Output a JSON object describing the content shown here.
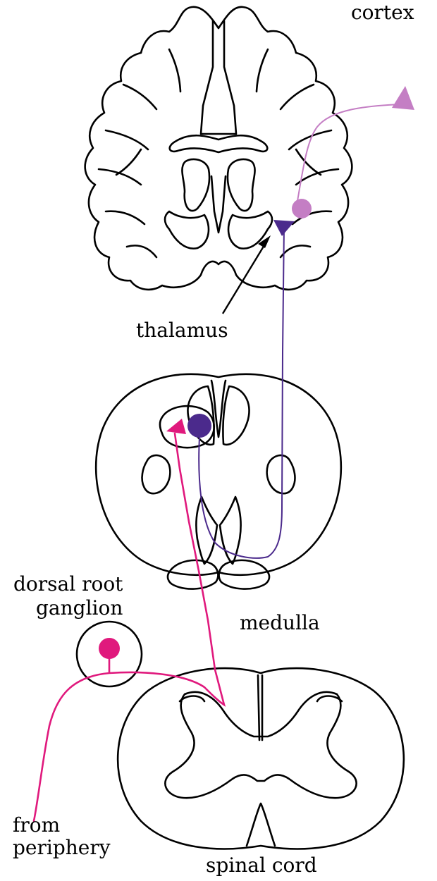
{
  "labels": {
    "cortex": "cortex",
    "thalamus": "thalamus",
    "medulla": "medulla",
    "drg_line1": "dorsal root",
    "drg_line2": "ganglion",
    "periphery_line1": "from",
    "periphery_line2": "periphery",
    "spinal_cord": "spinal cord"
  },
  "colors": {
    "first_order_neuron": "#e0197d",
    "second_order_neuron": "#4b2a8c",
    "third_order_neuron": "#c47ec4",
    "outline": "#000000"
  }
}
